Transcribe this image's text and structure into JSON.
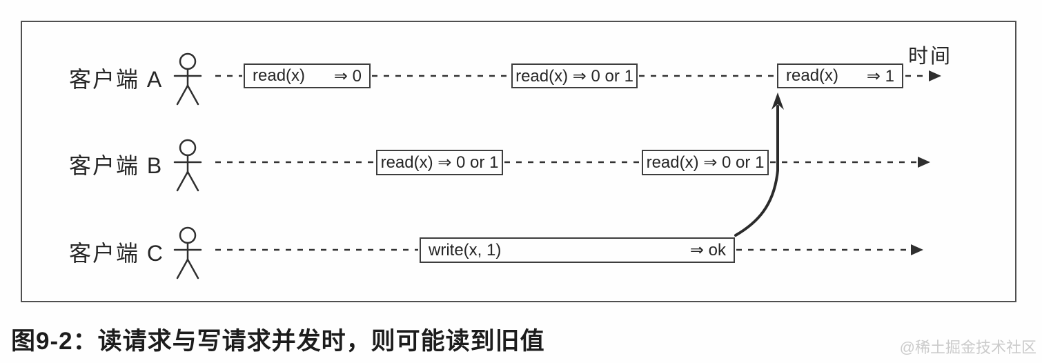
{
  "figure": {
    "time_axis_label": "时间",
    "caption": "图9-2：读请求与写请求并发时，则可能读到旧值",
    "watermark": "@稀土掘金技术社区",
    "colors": {
      "ink": "#2f2f2f",
      "frame": "#4f4f4f",
      "box_border": "#3d3d3d",
      "watermark": "#cbcbcb"
    },
    "lanes": [
      {
        "label": "客户端 A",
        "events": [
          {
            "op": "read(x)",
            "result": "⇒ 0"
          },
          {
            "text": "read(x) ⇒ 0 or 1"
          },
          {
            "op": "read(x)",
            "result": "⇒ 1"
          }
        ]
      },
      {
        "label": "客户端 B",
        "events": [
          {
            "text": "read(x) ⇒ 0 or 1"
          },
          {
            "text": "read(x) ⇒ 0 or 1"
          }
        ]
      },
      {
        "label": "客户端 C",
        "events": [
          {
            "op": "write(x, 1)",
            "result": "⇒ ok"
          }
        ]
      }
    ]
  }
}
